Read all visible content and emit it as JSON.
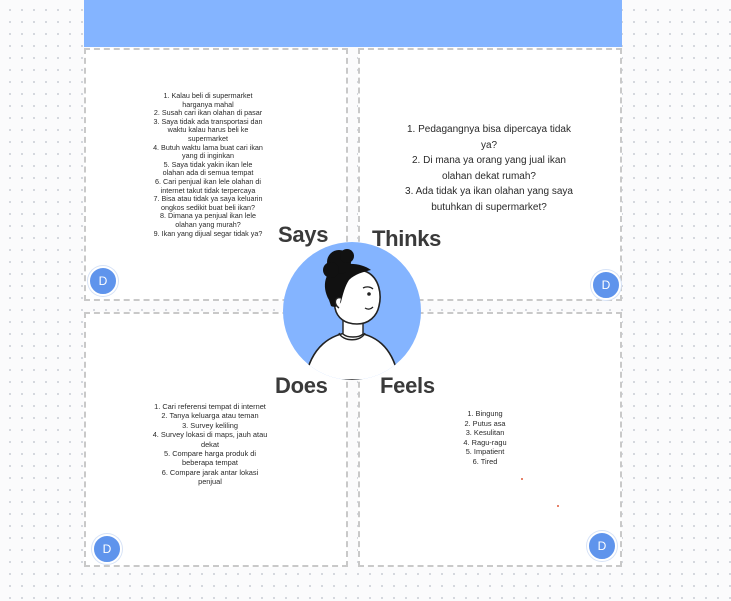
{
  "colors": {
    "header": "#84b4ff",
    "persona_circle": "#84b4ff",
    "avatar": "#5f94ec"
  },
  "labels": {
    "says": "Says",
    "thinks": "Thinks",
    "does": "Does",
    "feels": "Feels"
  },
  "says_notes": [
    "1. Kalau beli di supermarket harganya mahal",
    "2. Susah cari ikan olahan di pasar",
    "3. Saya tidak ada transportasi dan waktu kalau harus beli ke supermarket",
    "4. Butuh waktu lama buat cari ikan yang di inginkan",
    "5. Saya tidak yakin ikan lele olahan ada di semua tempat",
    "6. Cari penjual ikan lele olahan di internet takut tidak terpercaya",
    "7. Bisa atau tidak ya saya keluarin ongkos sedikit buat beli ikan?",
    "8. Dimana ya penjual ikan lele olahan yang murah?",
    "9. Ikan yang dijual segar tidak ya?"
  ],
  "thinks_notes": [
    "1. Pedagangnya bisa dipercaya tidak ya?",
    "2. Di mana ya orang yang jual ikan olahan dekat rumah?",
    "3. Ada tidak ya ikan olahan yang saya butuhkan di supermarket?"
  ],
  "does_notes": [
    "1. Cari referensi tempat di internet",
    "2. Tanya keluarga atau teman",
    "3. Survey keliling",
    "4. Survey lokasi di maps, jauh atau dekat",
    "5. Compare harga produk di beberapa tempat",
    "6. Compare jarak antar lokasi penjual"
  ],
  "feels_notes": [
    "1. Bingung",
    "2. Putus asa",
    "3. Kesulitan",
    "4. Ragu-ragu",
    "5. Impatient",
    "6. Tired"
  ],
  "avatars": {
    "says": "D",
    "thinks": "D",
    "does": "D",
    "feels": "D"
  }
}
